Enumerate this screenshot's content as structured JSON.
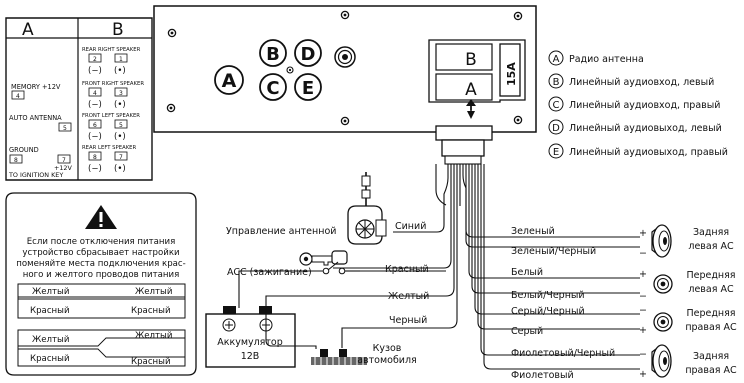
{
  "connector_panel": {
    "label_a": "A",
    "label_b": "B",
    "memory": "MEMORY +12V",
    "memory_pin": "4",
    "auto_antenna": "AUTO ANTENNA",
    "auto_antenna_pin": "5",
    "ground": "GROUND",
    "ground_pin": "8",
    "ignition_pin": "7",
    "ignition_plus": "+12V",
    "ignition_key": "TO IGNITION KEY",
    "speaker_groups": [
      {
        "title": "REAR RIGHT SPEAKER",
        "pins": [
          "2",
          "1"
        ]
      },
      {
        "title": "FRONT RIGHT SPEAKER",
        "pins": [
          "4",
          "3"
        ]
      },
      {
        "title": "FRONT LEFT SPEAKER",
        "pins": [
          "6",
          "5"
        ]
      },
      {
        "title": "REAR LEFT SPEAKER",
        "pins": [
          "8",
          "7"
        ]
      }
    ],
    "minus_sign": "(−)",
    "plus_sign": "(•)"
  },
  "warning": {
    "text_lines": [
      "Если после отключения питания",
      "устройство сбрасывает настройки",
      "поменяйте места подключения крас-",
      "ного и желтого проводов питания"
    ],
    "table1": {
      "left": [
        "Желтый",
        "Красный"
      ],
      "right": [
        "Желтый",
        "Красный"
      ]
    },
    "table2": {
      "left": [
        "Желтый",
        "Красный"
      ],
      "right": [
        "Желтый",
        "Красный"
      ]
    }
  },
  "head_unit": {
    "jack_a": "A",
    "jack_b": "B",
    "jack_c": "C",
    "jack_d": "D",
    "jack_e": "E",
    "conn_b": "B",
    "conn_a": "A",
    "fuse": "15A"
  },
  "legend": [
    {
      "key": "A",
      "text": "Радио антенна"
    },
    {
      "key": "B",
      "text": "Линейный аудиовход, левый"
    },
    {
      "key": "C",
      "text": "Линейный аудиовход, правый"
    },
    {
      "key": "D",
      "text": "Линейный аудиовыход, левый"
    },
    {
      "key": "E",
      "text": "Линейный аудиовыход, правый"
    }
  ],
  "wiring": {
    "antenna_control": "Управление антенной",
    "blue": "Синий",
    "acc": "ACC (зажигание)",
    "red": "Красный",
    "yellow": "Желтый",
    "black": "Черный",
    "battery_line1": "Аккумулятор",
    "battery_line2": "12В",
    "chassis_line1": "Кузов",
    "chassis_line2": "автомобиля"
  },
  "speaker_wires": [
    {
      "label": "Зеленый",
      "sign": "+"
    },
    {
      "label": "Зеленый/Черный",
      "sign": "−"
    },
    {
      "label": "Белый",
      "sign": "+"
    },
    {
      "label": "Белый/Черный",
      "sign": "−"
    },
    {
      "label": "Серый/Черный",
      "sign": "−"
    },
    {
      "label": "Серый",
      "sign": "+"
    },
    {
      "label": "Фиолетовый/Черный",
      "sign": "−"
    },
    {
      "label": "Фиолетовый",
      "sign": "+"
    }
  ],
  "speakers": [
    {
      "line1": "Задняя",
      "line2": "левая АС"
    },
    {
      "line1": "Передняя",
      "line2": "левая АС"
    },
    {
      "line1": "Передняя",
      "line2": "правая АС"
    },
    {
      "line1": "Задняя",
      "line2": "правая АС"
    }
  ]
}
